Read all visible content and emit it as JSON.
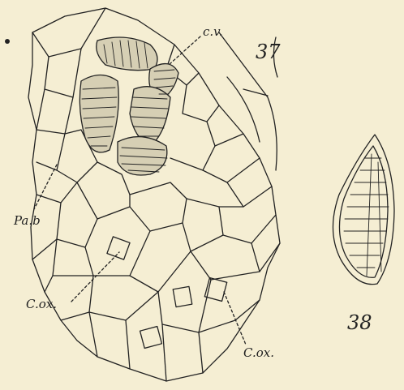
{
  "figures": [
    {
      "number": "37",
      "labels": {
        "cv": "c.v.",
        "pab": "Pa.b",
        "cox_left": "C.ox.",
        "cox_right": "C.ox."
      }
    },
    {
      "number": "38"
    }
  ],
  "colors": {
    "background": "#f5eed3",
    "ink": "#222222"
  }
}
